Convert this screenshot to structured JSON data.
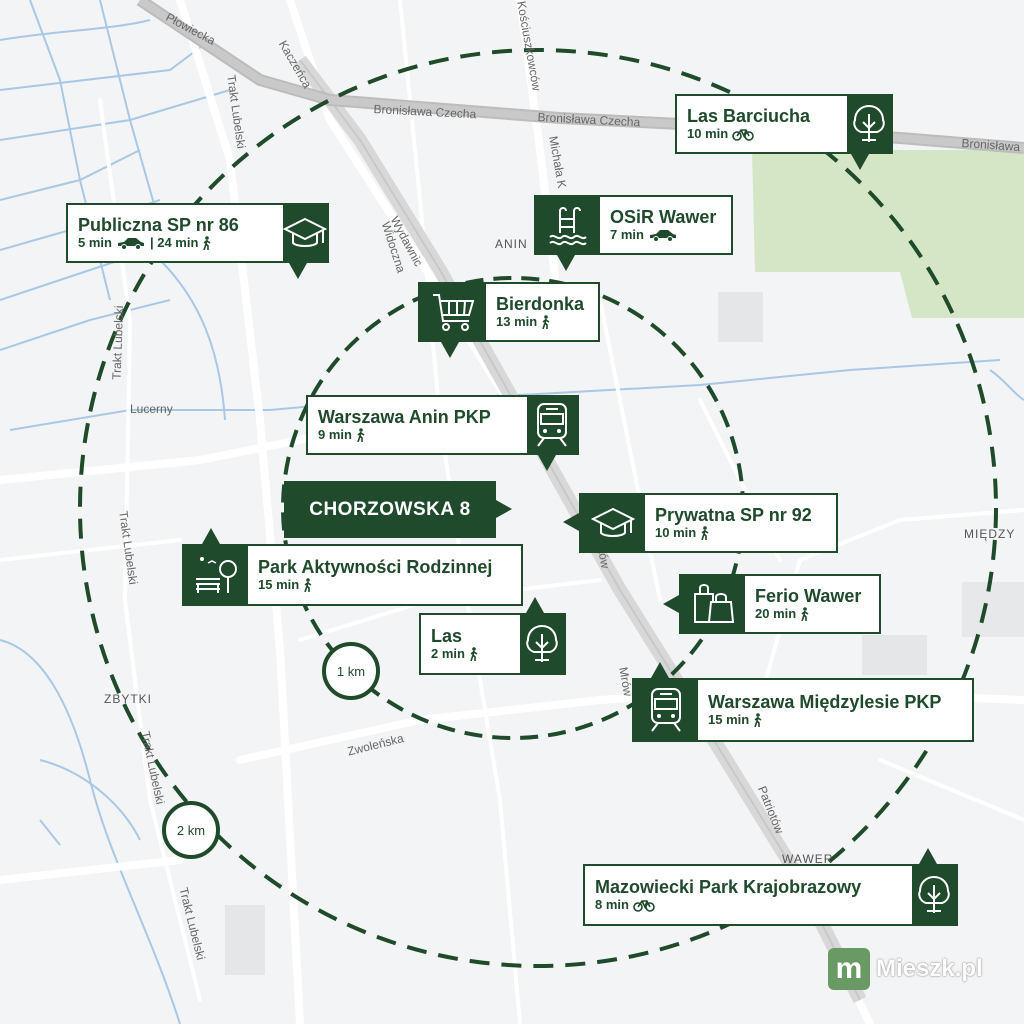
{
  "main_label": "CHORZOWSKA 8",
  "rings": [
    {
      "label": "1 km"
    },
    {
      "label": "2 km"
    }
  ],
  "pois": {
    "las_barciucha": {
      "name": "Las Barciucha",
      "time": "10 min",
      "mode": "bike",
      "icon": "tree-icon"
    },
    "publiczna_sp86": {
      "name": "Publiczna SP nr 86",
      "time": "5 min",
      "time2": "| 24 min",
      "mode": "car",
      "mode2": "walk",
      "icon": "graduation-cap-icon"
    },
    "osir": {
      "name": "OSiR Wawer",
      "time": "7 min",
      "mode": "car",
      "icon": "pool-icon"
    },
    "bierdonka": {
      "name": "Bierdonka",
      "time": "13 min",
      "mode": "walk",
      "icon": "shopping-cart-icon"
    },
    "anin_pkp": {
      "name": "Warszawa Anin PKP",
      "time": "9 min",
      "mode": "walk",
      "icon": "train-icon"
    },
    "prywatna_sp92": {
      "name": "Prywatna SP nr 92",
      "time": "10 min",
      "mode": "walk",
      "icon": "graduation-cap-icon"
    },
    "park_rodzinnej": {
      "name": "Park Aktywności Rodzinnej",
      "time": "15 min",
      "mode": "walk",
      "icon": "park-bench-icon"
    },
    "ferio": {
      "name": "Ferio Wawer",
      "time": "20 min",
      "mode": "walk",
      "icon": "shopping-bags-icon"
    },
    "las": {
      "name": "Las",
      "time": "2 min",
      "mode": "walk",
      "icon": "tree-icon"
    },
    "miedzylesie_pkp": {
      "name": "Warszawa Międzylesie PKP",
      "time": "15 min",
      "mode": "walk",
      "icon": "train-icon"
    },
    "mazowiecki": {
      "name": "Mazowiecki Park Krajobrazowy",
      "time": "8 min",
      "mode": "bike",
      "icon": "tree-icon"
    }
  },
  "streets": {
    "plowiecka": "Płowiecka",
    "kaczencowa": "Kaczeńca",
    "kosciuszkowcow": "Kościuszkowców",
    "bronislawa1": "Bronisława Czecha",
    "bronislawa2": "Bronisława Czecha",
    "bronislawa3": "Bronisława",
    "michala": "Michała K",
    "trakt1": "Trakt Lubelski",
    "trakt2": "Trakt Lubelski",
    "trakt3": "Trakt Lubelski",
    "trakt4": "Trakt Lubelski",
    "trakt5": "Trakt Lubelski",
    "wydawnicza": "Wydawnic",
    "widoczna": "Widoczna",
    "lucerny": "Lucerny",
    "zwolenska": "Zwoleńska",
    "patriotow": "Patriotów",
    "patriotow2": "otów",
    "mrowcza": "Mrów"
  },
  "districts": {
    "anin": "ANIN",
    "zbytki": "ZBYTKI",
    "miedzy": "MIĘDZY",
    "wawer": "WAWER"
  },
  "brand": {
    "logo_letter": "m",
    "text": "Mieszk.pl"
  },
  "colors": {
    "accent": "#1f4a2b",
    "forest": "#d4e6c6",
    "water": "#a8c8e6",
    "road": "#ffffff",
    "land": "#f3f4f5"
  }
}
